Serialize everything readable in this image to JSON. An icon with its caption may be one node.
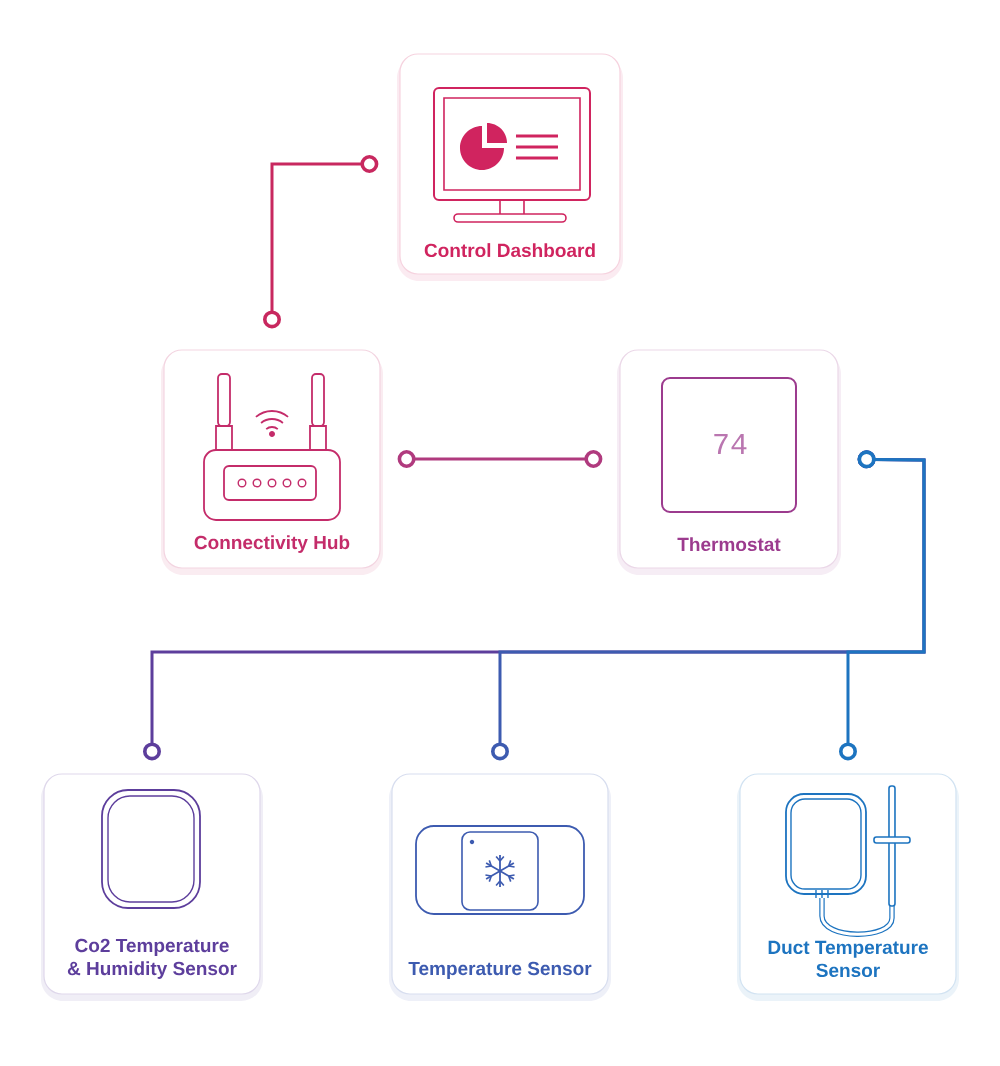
{
  "diagram": {
    "nodes": [
      {
        "text": [
          "Control Dashboard"
        ]
      },
      {
        "text": [
          "Connectivity Hub"
        ]
      },
      {
        "text": [
          "Thermostat"
        ]
      },
      {
        "text": [
          "Co2 Temperature & Humidity Sensor"
        ]
      },
      {
        "text": [
          "Temperature Sensor"
        ]
      },
      {
        "text": [
          "Duct Temperature Sensor"
        ]
      }
    ],
    "edges": [
      {
        "from": 0,
        "to": 1,
        "arrow": "other",
        "color": "#c8285f"
      },
      {
        "from": 1,
        "to": 2,
        "arrow": "other",
        "color": "#b03a7e"
      },
      {
        "from": 2,
        "to": 3,
        "arrow": "other",
        "color": "#5d3e9c"
      },
      {
        "from": 2,
        "to": 4,
        "arrow": "other",
        "color": "#3d5bb0"
      },
      {
        "from": 2,
        "to": 5,
        "arrow": "other",
        "color": "#1d74c0"
      }
    ],
    "labels": [
      "74"
    ]
  }
}
